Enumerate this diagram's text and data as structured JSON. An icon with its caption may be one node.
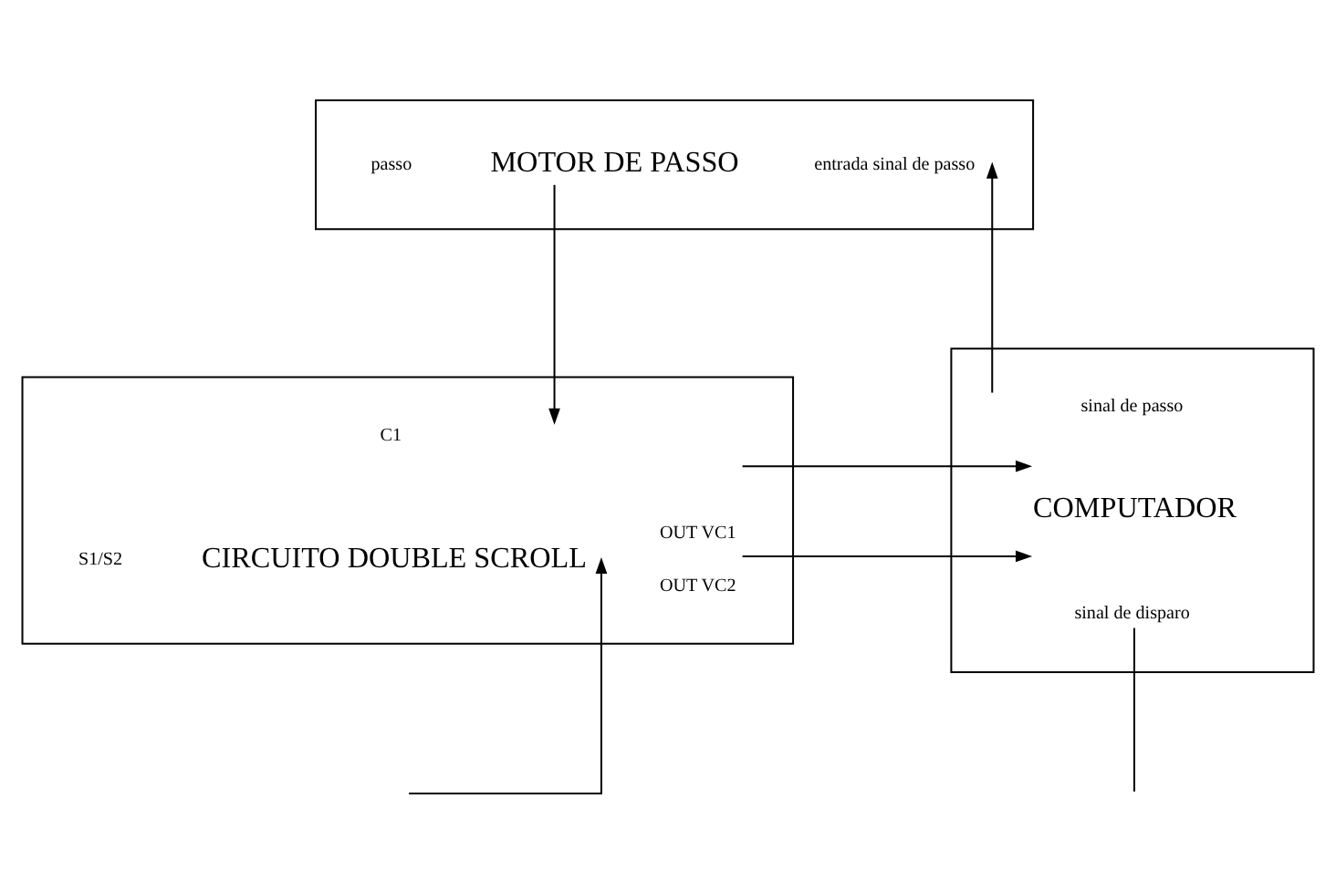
{
  "diagram": {
    "nodes": [
      {
        "text": [
          "passo",
          "MOTOR DE PASSO",
          "entrada sinal de passo"
        ]
      },
      {
        "text": [
          "C1",
          "S1/S2",
          "CIRCUITO DOUBLE SCROLL",
          "OUT VC1",
          "OUT VC2"
        ]
      },
      {
        "text": [
          "sinal de passo",
          "COMPUTADOR",
          "sinal de disparo"
        ]
      }
    ],
    "edges": [
      {
        "from": 0,
        "to": 1,
        "arrow": "to"
      },
      {
        "from": 1,
        "to": 2,
        "arrow": "to"
      },
      {
        "from": 1,
        "to": 2,
        "arrow": "to"
      },
      {
        "from": 2,
        "to": 0,
        "arrow": "to"
      },
      {
        "from": null,
        "to": 1,
        "arrow": "to"
      },
      {
        "from": 2,
        "to": null,
        "arrow": "none"
      }
    ]
  }
}
